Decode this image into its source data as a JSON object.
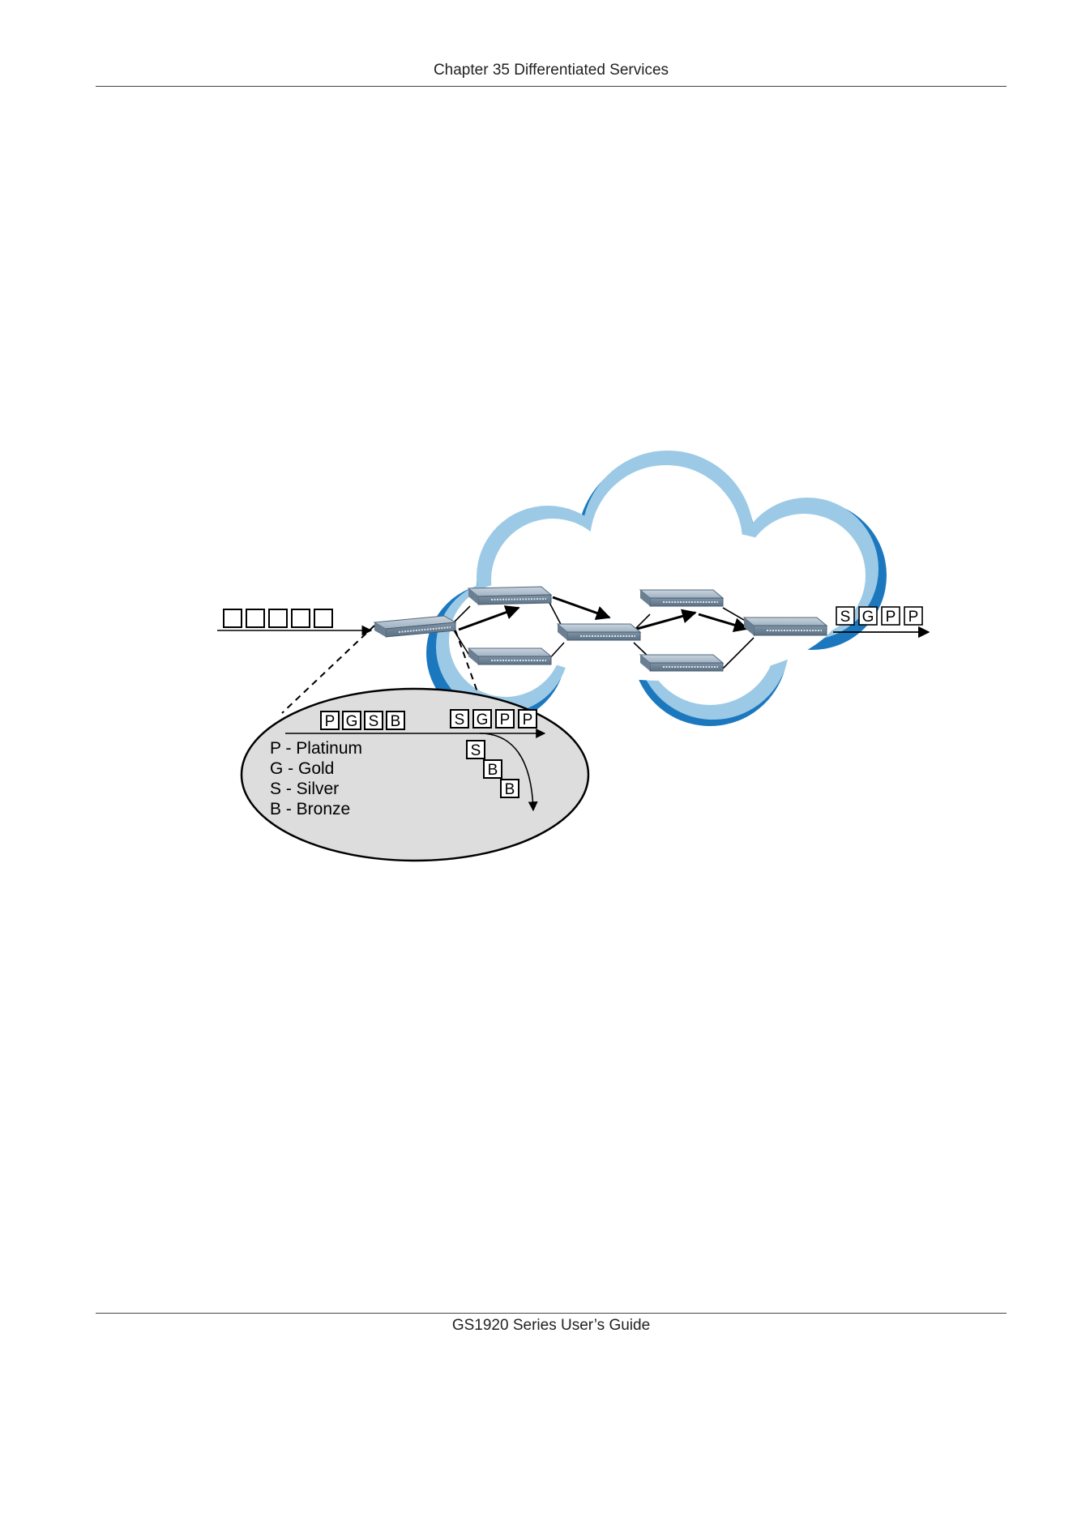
{
  "header": {
    "title": "Chapter 35 Differentiated Services"
  },
  "footer": {
    "title": "GS1920 Series User’s Guide"
  },
  "diagram": {
    "incoming_packets": [
      "",
      "",
      "",
      "",
      ""
    ],
    "outgoing_packets": [
      "S",
      "G",
      "P",
      "P"
    ],
    "callout_incoming_packets": [
      "P",
      "G",
      "S",
      "B"
    ],
    "callout_forwarded_packets": [
      "S",
      "G",
      "P",
      "P"
    ],
    "callout_dropped_packets": [
      "S",
      "B",
      "B"
    ],
    "legend": [
      "P - Platinum",
      "G - Gold",
      "S - Silver",
      "B - Bronze"
    ]
  }
}
